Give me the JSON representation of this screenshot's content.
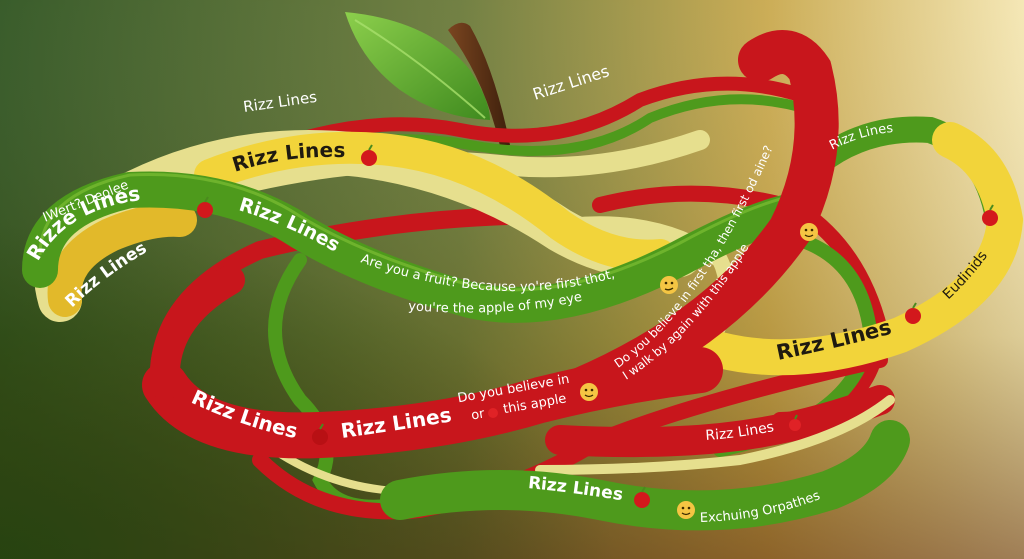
{
  "colors": {
    "bg_top_left": "#3e5e2e",
    "bg_bottom_left": "#27470f",
    "bg_top_right": "#f3e6b4",
    "bg_bottom_right": "#8c4a1c",
    "ribbon_green": "#4e9a1c",
    "ribbon_red": "#c8161c",
    "ribbon_yellow": "#f2d43a",
    "ribbon_pale": "#e6df8e",
    "stem": "#5a3216",
    "leaf": "#6fb43a"
  },
  "floating_labels": {
    "top_left": "Rizz Lines",
    "top_center": "Rizz Lines",
    "left_small": "IWert? Deolee"
  },
  "ribbons": {
    "yellow_top": {
      "label": "Rizz Lines",
      "icon": "apple"
    },
    "green_left": {
      "label": "Rizze Lines",
      "icon": "apple"
    },
    "yellow_left": {
      "label": "Rizz Lines"
    },
    "green_mid": {
      "label": "Rizz Lines"
    },
    "green_pickup": {
      "line1": "Are you a fruit? Because yo're first thot,",
      "line2": "you're the apple of my eye",
      "icon": "smirk-emoji"
    },
    "red_vertical": {
      "line1": "Do you believe in first tha, then first od aine?",
      "line2": "I walk by again with this apple",
      "icon": "smile-emoji"
    },
    "green_right": {
      "label": "Rizz Lines"
    },
    "yellow_right": {
      "label": "Rizz Lines",
      "label2": "Eudinids",
      "icon": "apple"
    },
    "red_bottom_left": {
      "label1": "Rizz Lines",
      "label2": "Rizz Lines",
      "icon": "apple"
    },
    "red_center": {
      "line1": "Do you believe in",
      "line2": "or",
      "line3": "this apple",
      "icon": "grin-emoji"
    },
    "red_lower_right": {
      "label": "Rizz Lines",
      "icon": "apple"
    },
    "green_bottom": {
      "label": "Rizz Lines",
      "caption": "Exchuing Orpathes",
      "icon": "apple",
      "icon2": "smile-emoji"
    }
  }
}
